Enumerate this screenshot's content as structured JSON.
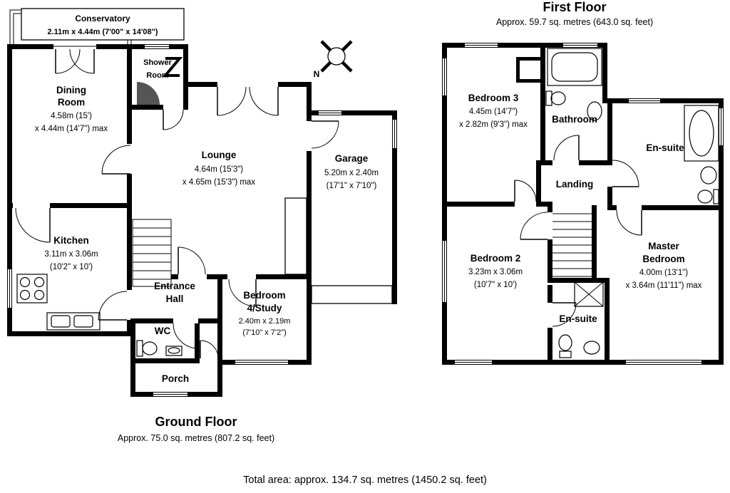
{
  "ground_floor": {
    "title": "Ground Floor",
    "area": "Approx.  75.0 sq. metres (807.2 sq. feet)",
    "compass": "N",
    "conservatory": {
      "name": "Conservatory",
      "dims": "2.11m x 4.44m (7'00\" x 14'08\")"
    },
    "rooms": {
      "dining": {
        "line1": "Dining",
        "line2": "Room",
        "dim1": "4.58m (15')",
        "dim2": "x 4.44m (14'7\") max"
      },
      "shower": {
        "line1": "Shower",
        "line2": "Room"
      },
      "lounge": {
        "name": "Lounge",
        "dim1": "4.64m (15'3\")",
        "dim2": "x 4.65m (15'3\") max"
      },
      "garage": {
        "name": "Garage",
        "dim1": "5.20m x 2.40m",
        "dim2": "(17'1\" x 7'10\")"
      },
      "kitchen": {
        "name": "Kitchen",
        "dim1": "3.11m x 3.06m",
        "dim2": "(10'2\" x 10')"
      },
      "hall": {
        "line1": "Entrance",
        "line2": "Hall"
      },
      "bedroom4": {
        "line1": "Bedroom",
        "line2": "4/Study",
        "dim1": "2.40m x 2.19m",
        "dim2": "(7'10\" x 7'2\")"
      },
      "wc": {
        "name": "WC"
      },
      "porch": {
        "name": "Porch"
      }
    }
  },
  "first_floor": {
    "title": "First Floor",
    "area": "Approx.  59.7 sq. metres (643.0 sq. feet)",
    "rooms": {
      "bedroom3": {
        "name": "Bedroom 3",
        "dim1": "4.45m (14'7\")",
        "dim2": "x 2.82m (9'3\") max"
      },
      "bathroom": {
        "name": "Bathroom"
      },
      "ensuite_top": {
        "name": "En-suite"
      },
      "landing": {
        "name": "Landing"
      },
      "bedroom2": {
        "name": "Bedroom 2",
        "dim1": "3.23m x 3.06m",
        "dim2": "(10'7\" x 10')"
      },
      "ensuite_bottom": {
        "name": "En-suite"
      },
      "master": {
        "line1": "Master",
        "line2": "Bedroom",
        "dim1": "4.00m (13'1\")",
        "dim2": "x 3.64m (11'11\") max"
      }
    }
  },
  "footer": {
    "total_area": "Total area: approx. 134.7 sq. metres (1450.2 sq. feet)"
  }
}
